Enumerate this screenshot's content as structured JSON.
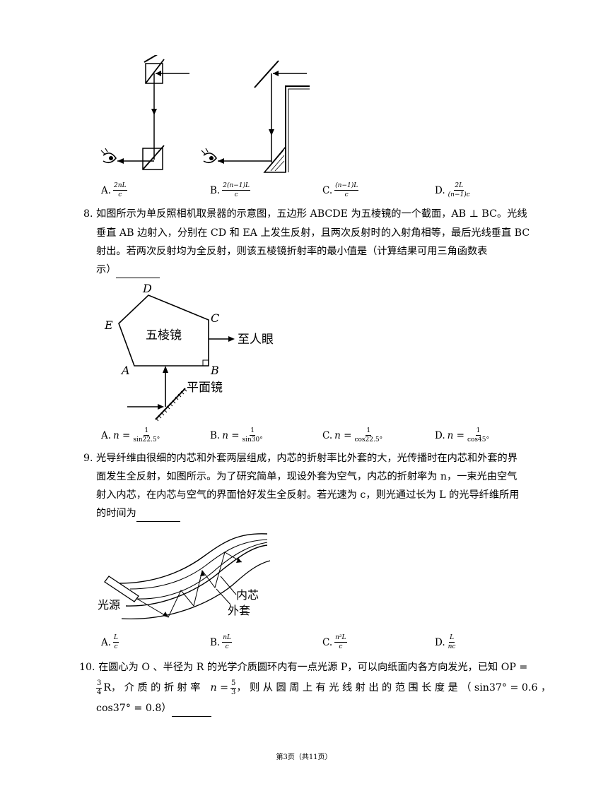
{
  "q7": {
    "options": [
      {
        "label": "A.",
        "num": "2nL",
        "den": "c"
      },
      {
        "label": "B.",
        "num": "2(n−1)L",
        "den": "c"
      },
      {
        "label": "C.",
        "num": "(n−1)L",
        "den": "c"
      },
      {
        "label": "D.",
        "num": "2L",
        "den": "(n−1)c"
      }
    ]
  },
  "q8": {
    "lines": [
      "8. 如图所示为单反照相机取景器的示意图，五边形 ABCDE 为五棱镜的一个截面，AB ⊥ BC。光线",
      "垂直 AB 边射入，分别在 CD 和 EA 上发生反射，且两次反射时的入射角相等，最后光线垂直 BC",
      "射出。若两次反射均为全反射，则该五棱镜折射率的最小值是（计算结果可用三角函数表",
      "示）"
    ],
    "figure": {
      "vertices": [
        "D",
        "E",
        "C",
        "A",
        "B"
      ],
      "prism_label": "五棱镜",
      "eye_label": "至人眼",
      "mirror_label": "平面镜"
    },
    "options": [
      {
        "label": "A.",
        "prefix": "n =",
        "num": "1",
        "den": "sin22.5°"
      },
      {
        "label": "B.",
        "prefix": "n =",
        "num": "1",
        "den": "sin30°"
      },
      {
        "label": "C.",
        "prefix": "n =",
        "num": "1",
        "den": "cos22.5°"
      },
      {
        "label": "D.",
        "prefix": "n =",
        "num": "1",
        "den": "cos45°"
      }
    ]
  },
  "q9": {
    "lines": [
      "9. 光导纤维由很细的内芯和外套两层组成，内芯的折射率比外套的大，光传播时在内芯和外套的界",
      "面发生全反射，如图所示。为了研究简单，现设外套为空气，内芯的折射率为 n，一束光由空气",
      "射入内芯，在内芯与空气的界面恰好发生全反射。若光速为 c，则光通过长为 L 的光导纤维所用",
      "的时间为"
    ],
    "figure": {
      "source_label": "光源",
      "core_label": "内芯",
      "cladding_label": "外套"
    },
    "options": [
      {
        "label": "A.",
        "num": "L",
        "den": "c"
      },
      {
        "label": "B.",
        "num": "nL",
        "den": "c"
      },
      {
        "label": "C.",
        "num": "n²L",
        "den": "c"
      },
      {
        "label": "D.",
        "num": "L",
        "den": "nc"
      }
    ]
  },
  "q10": {
    "line1": "10. 在圆心为 O 、半径为 R 的光学介质圆环内有一点光源 P，可以向纸面内各方向发光，已知 OP =",
    "frac_num": "3",
    "frac_den": "4",
    "line2_a": "R， 介 质 的 折 射 率",
    "n_prefix": "n =",
    "n_num": "5",
    "n_den": "3",
    "line2_b": "， 则 从 圆 周 上 有 光 线 射 出 的 范 围 长 度 是 （ sin37° = 0.6 ，",
    "line3": "cos37° = 0.8）"
  },
  "footer": "第3页（共11页）"
}
